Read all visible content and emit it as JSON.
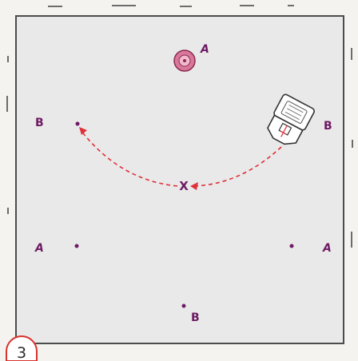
{
  "labels": {
    "top": "A",
    "left_upper": "B",
    "right_upper": "B",
    "left_lower": "A",
    "right_lower": "A",
    "bottom": "B",
    "center_mark": "X"
  },
  "step_number": "3",
  "colors": {
    "frame_fill": "#e9e9e9",
    "frame_stroke": "#4c4c4c",
    "label": "#6e1a64",
    "path": "#e0303a",
    "pin": "#d9789b",
    "badge_stroke": "#d8322d"
  },
  "icons": [
    "sewing-presser-foot-icon",
    "pin-target-icon"
  ]
}
